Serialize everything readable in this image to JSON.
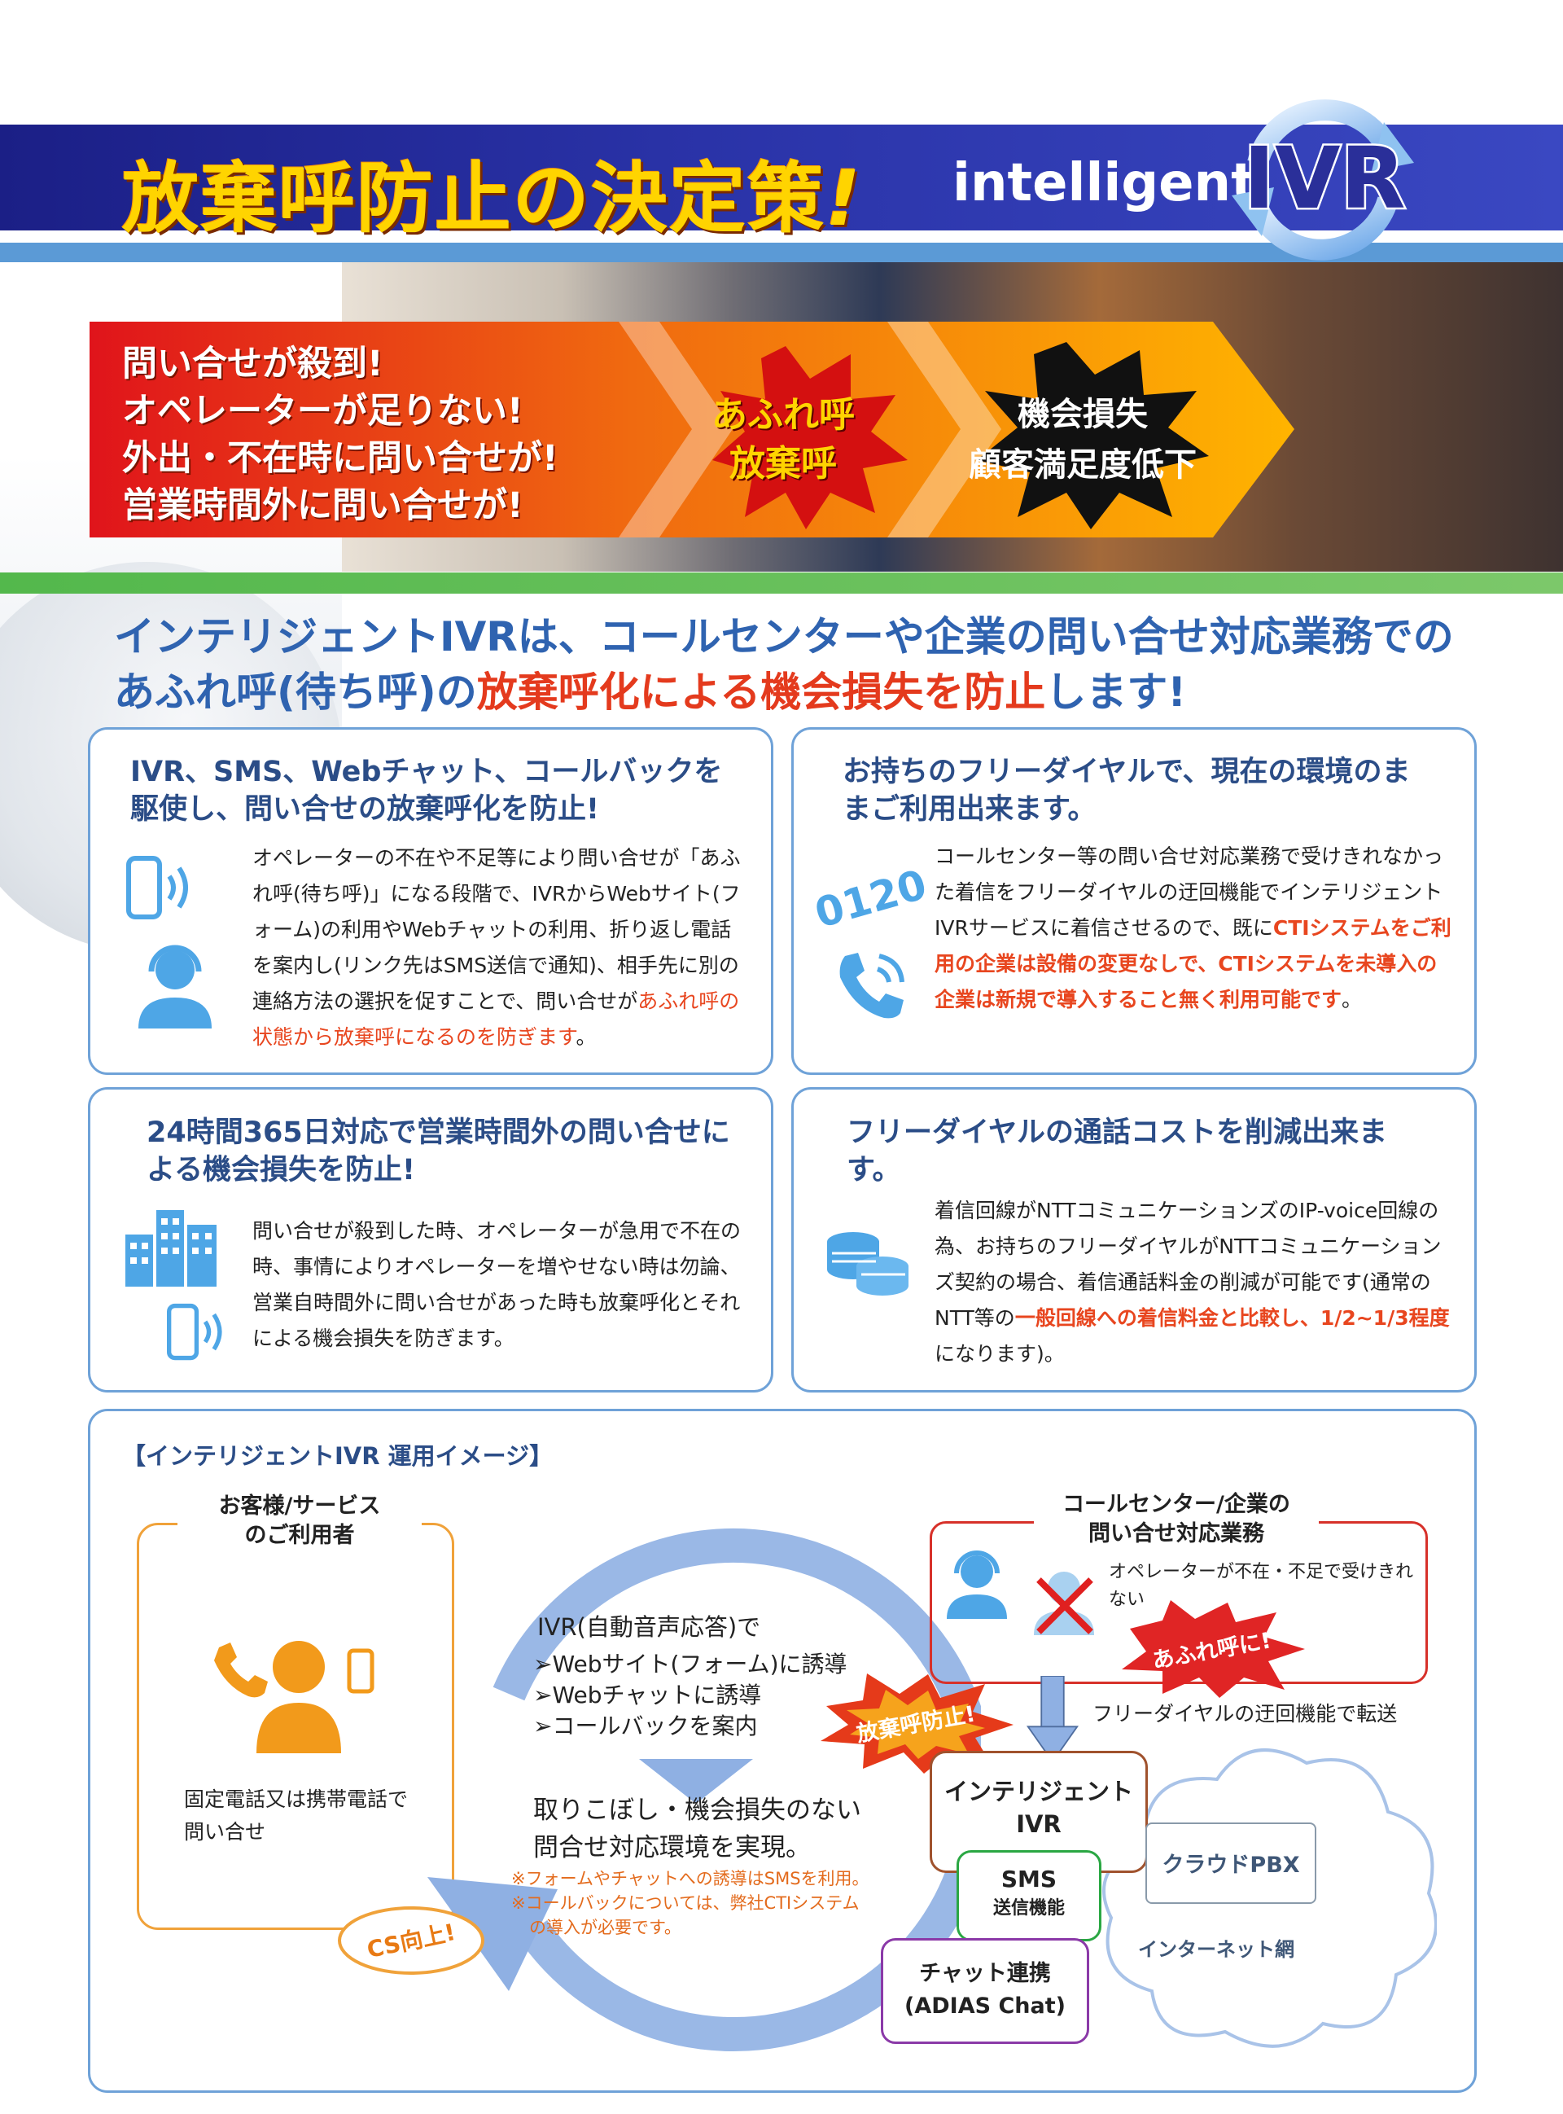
{
  "header": {
    "title": "放棄呼防止の決定策",
    "title_mark": "!",
    "brand_prefix": "intelligent",
    "brand_logo": "IVR"
  },
  "banner": {
    "problems": [
      "問い合せが殺到!",
      "オペレーターが足りない!",
      "外出・不在時に問い合せが!",
      "営業時間外に問い合せが!"
    ],
    "burst1": [
      "あふれ呼",
      "放棄呼"
    ],
    "burst2": [
      "機会損失",
      "顧客満足度低下"
    ]
  },
  "headline": {
    "line1": "インテリジェントIVRは、コールセンターや企業の問い合せ対応業務での",
    "line2_pre": "あふれ呼(待ち呼)の",
    "line2_red": "放棄呼化による機会損失を防止",
    "line2_post": "します!"
  },
  "features": [
    {
      "title": "IVR、SMS、Webチャット、コールバックを駆使し、問い合せの放棄呼化を防止!",
      "body": "オペレーターの不在や不足等により問い合せが「あふれ呼(待ち呼)」になる段階で、IVRからWebサイト(フォーム)の利用やWebチャットの利用、折り返し電話を案内し(リンク先はSMS送信で通知)、相手先に別の連絡方法の選択を促すことで、問い合せが",
      "body_hl": "あふれ呼の状態から放棄呼になるのを防ぎます",
      "body_post": "。"
    },
    {
      "title": "お持ちのフリーダイヤルで、現在の環境のままご利用出来ます。",
      "icon_text": "0120",
      "body": "コールセンター等の問い合せ対応業務で受けきれなかった着信をフリーダイヤルの迂回機能でインテリジェントIVRサービスに着信させるので、既に",
      "body_hl": "CTIシステムをご利用の企業は設備の変更なしで、CTIシステムを未導入の企業は新規で導入すること無く利用可能です",
      "body_post": "。"
    },
    {
      "title": "24時間365日対応で営業時間外の問い合せによる機会損失を防止!",
      "body": "問い合せが殺到した時、オペレーターが急用で不在の時、事情によりオペレーターを増やせない時は勿論、営業自時間外に問い合せがあった時も放棄呼化とそれによる機会損失を防ぎます。",
      "body_hl": "",
      "body_post": ""
    },
    {
      "title": "フリーダイヤルの通話コストを削減出来ます。",
      "body": "着信回線がNTTコミュニケーションズのIP-voice回線の為、お持ちのフリーダイヤルがNTTコミュニケーションズ契約の場合、着信通話料金の削減が可能です(通常のNTT等の",
      "body_hl": "一般回線への着信料金と比較し、1/2~1/3程度",
      "body_post": "になります)。"
    }
  ],
  "diagram": {
    "title": "【インテリジェントIVR 運用イメージ】",
    "customer_title": [
      "お客様/サービス",
      "のご利用者"
    ],
    "customer_caption": [
      "固定電話又は携帯電話で",
      "問い合せ"
    ],
    "cs_badge": "CS向上!",
    "cycle_heading": "IVR(自動音声応答)で",
    "cycle_list": [
      "➢Webサイト(フォーム)に誘導",
      "➢Webチャットに誘導",
      "➢コールバックを案内"
    ],
    "cycle_result": [
      "取りこぼし・機会損失のない",
      "問合せ対応環境を実現。"
    ],
    "cycle_notes": [
      "※フォームやチャットへの誘導はSMSを利用。",
      "※コールバックについては、弊社CTIシステム",
      "の導入が必要です。"
    ],
    "callcenter_title": [
      "コールセンター/企業の",
      "問い合せ対応業務"
    ],
    "callcenter_note": "オペレーターが不在・不足で受けきれない",
    "burst_afure": "あふれ呼に!",
    "burst_houki": "放棄呼防止!",
    "transfer_label": "フリーダイヤルの迂回機能で転送",
    "ivr_box": [
      "インテリジェント",
      "IVR"
    ],
    "sms_box": "SMS",
    "sms_box_sub": "送信機能",
    "chat_box": [
      "チャット連携",
      "(ADIAS Chat)"
    ],
    "pbx_box": "クラウドPBX",
    "internet_label": "インターネット網"
  },
  "colors": {
    "header_blue": "#1b1f86",
    "title_yellow": "#ffd400",
    "headline_blue": "#2f63b0",
    "accent_red": "#e43a1d",
    "card_border": "#6fa2d8",
    "icon_blue": "#4ea6e6",
    "customer_orange": "#f0a23a"
  }
}
